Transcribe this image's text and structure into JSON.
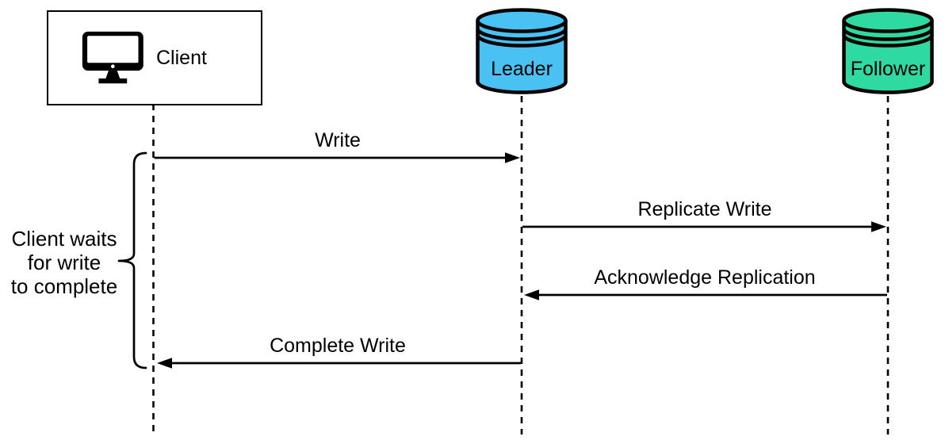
{
  "diagram": {
    "actors": [
      {
        "id": "client",
        "label": "Client",
        "kind": "computer"
      },
      {
        "id": "leader",
        "label": "Leader",
        "kind": "database",
        "fill": "#49C1F2"
      },
      {
        "id": "follower",
        "label": "Follower",
        "kind": "database",
        "fill": "#2FD9A2"
      }
    ],
    "messages": [
      {
        "label": "Write",
        "from": "Client",
        "to": "Leader",
        "direction": "right"
      },
      {
        "label": "Replicate Write",
        "from": "Leader",
        "to": "Follower",
        "direction": "right"
      },
      {
        "label": "Acknowledge Replication",
        "from": "Follower",
        "to": "Leader",
        "direction": "left"
      },
      {
        "label": "Complete Write",
        "from": "Leader",
        "to": "Client",
        "direction": "left"
      }
    ],
    "annotation": {
      "line1": "Client waits",
      "line2": "for write",
      "line3": "to complete",
      "text": "Client waits for write to complete"
    },
    "colors": {
      "line": "#000000",
      "background": "#ffffff"
    }
  }
}
